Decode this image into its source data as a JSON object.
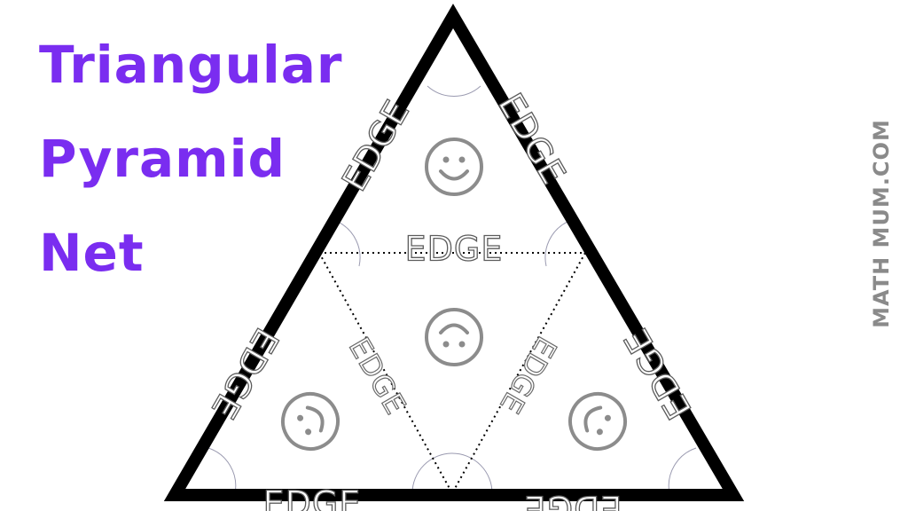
{
  "title": {
    "line1": "Triangular",
    "line2": "Pyramid",
    "line3": "Net"
  },
  "brand": "MATH MUM.COM",
  "edge_labels": {
    "left_outer_upper": "EDGE",
    "right_outer_upper": "EDGE",
    "left_outer_lower": "EDGE",
    "right_outer_lower": "EDGE",
    "middle_horizontal": "EDGE",
    "inner_left": "EDGE",
    "inner_right": "EDGE",
    "bottom_left": "EDGE",
    "bottom_right": "EDGE"
  },
  "colors": {
    "title": "#7a2df0",
    "outline": "#000000",
    "label_stroke": "#5c5c5c",
    "brand": "#8a8a8a"
  },
  "icons": [
    "smiley-face-icon"
  ]
}
